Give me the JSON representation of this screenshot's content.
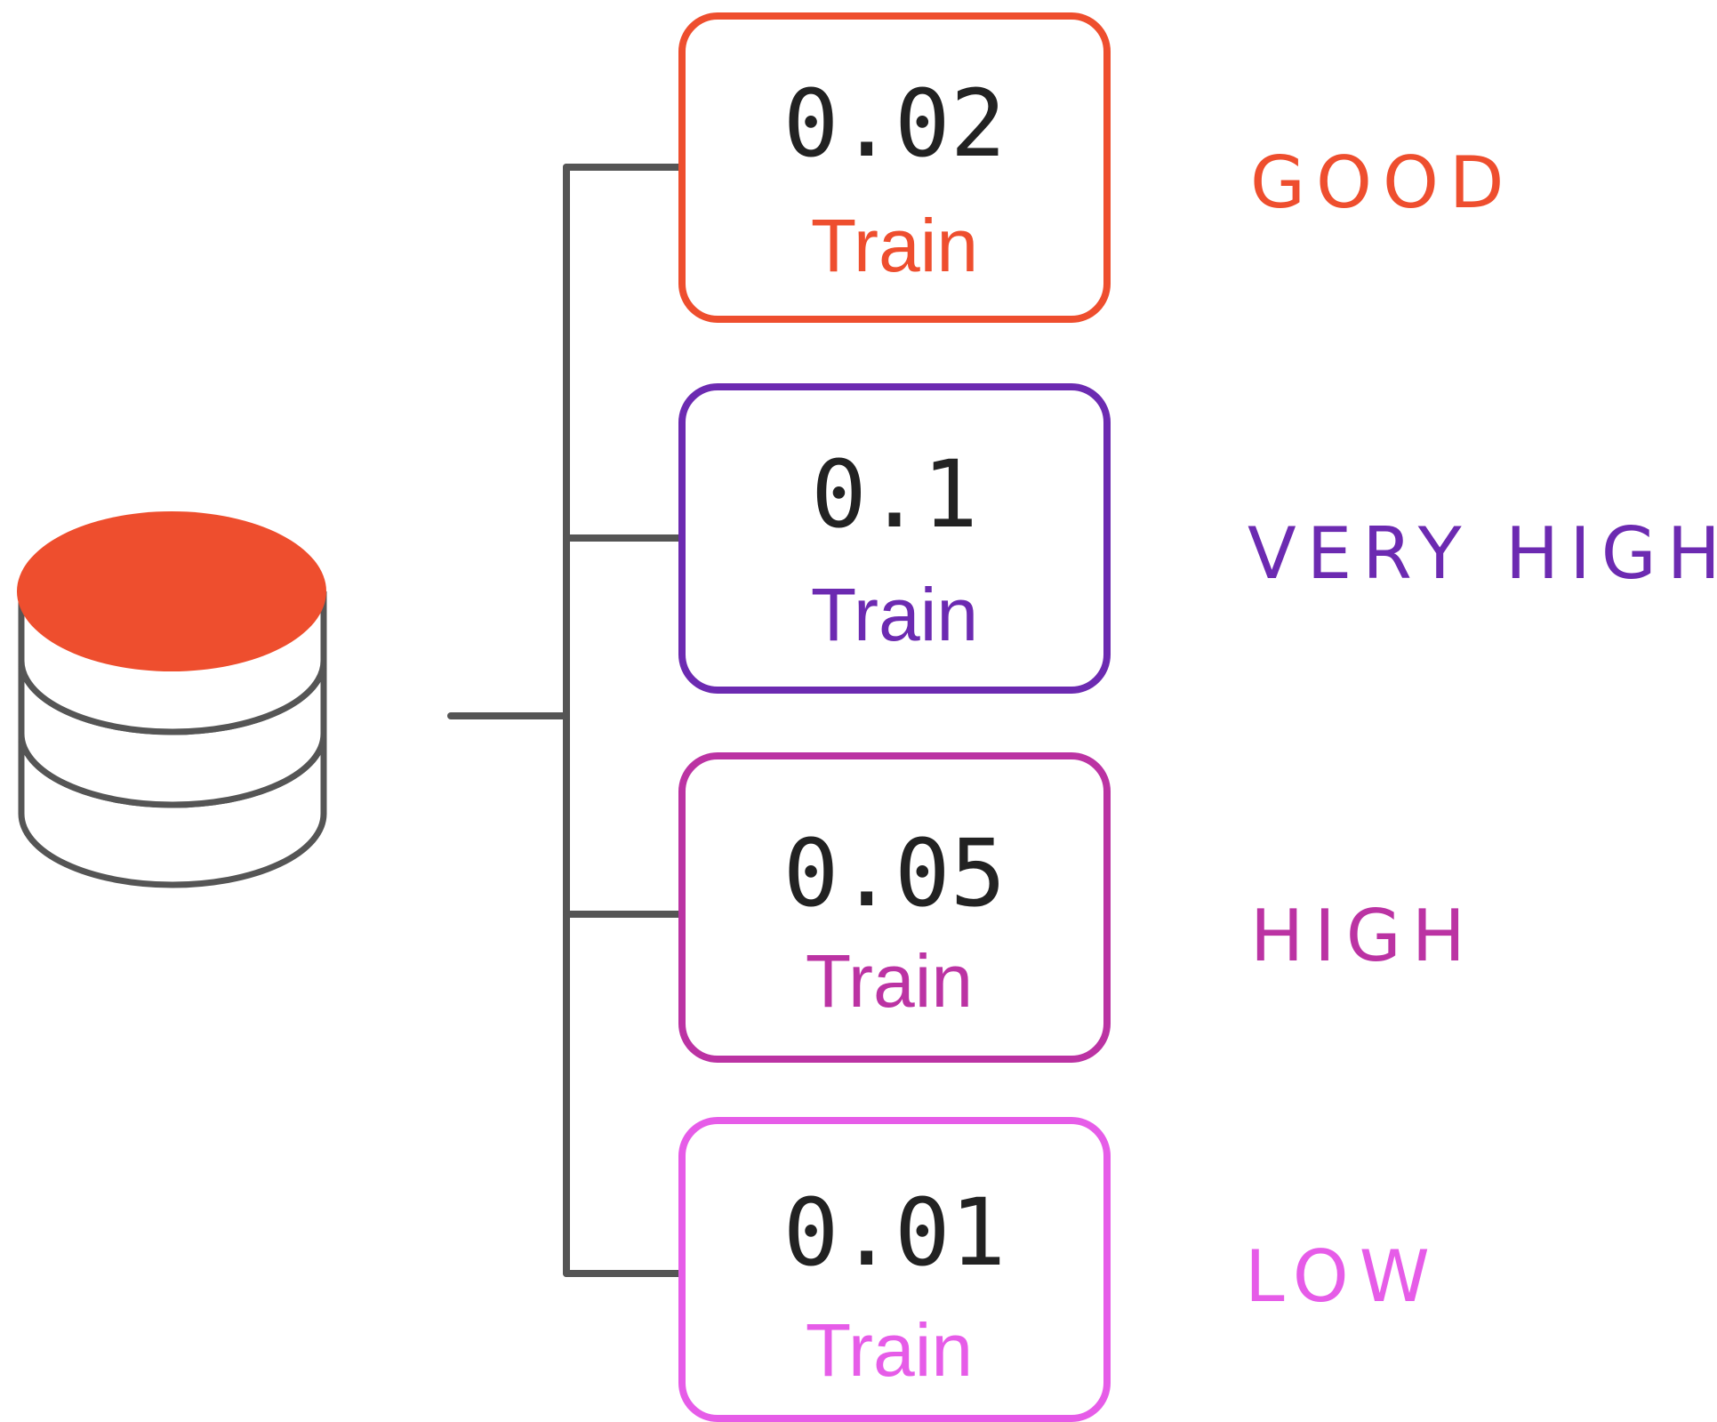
{
  "colors": {
    "line": "#555555",
    "database_top": "#ee4e2e"
  },
  "database": {
    "icon": "database-icon"
  },
  "runs": [
    {
      "value": "0.02",
      "action": "Train",
      "rating": "GOOD",
      "color": "#ee4e2e"
    },
    {
      "value": "0.1",
      "action": "Train",
      "rating": "VERY HIGH",
      "color": "#6c2ab1"
    },
    {
      "value": "0.05",
      "action": "Train",
      "rating": "HIGH",
      "color": "#bb33a3"
    },
    {
      "value": "0.01",
      "action": "Train",
      "rating": "LOW",
      "color": "#e65ce8"
    }
  ]
}
